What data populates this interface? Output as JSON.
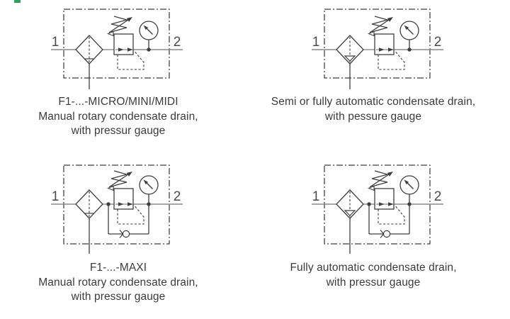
{
  "page": {
    "background": "#ffffff",
    "stray_mark_color": "#2fa05e"
  },
  "colors": {
    "symbol_stroke": "#3e3e3e",
    "flow_line": "#8a8a8a",
    "caption_text": "#3b3b3b",
    "port_text": "#4a4a4a"
  },
  "diagrams": [
    {
      "name": "F1 MICRO/MINI/MIDI filter-regulator symbol",
      "port_in": "1",
      "port_out": "2",
      "drain_type": "manual",
      "has_bypass_check_valve": false,
      "components": [
        "filter-icon",
        "pressure-regulator-icon",
        "spring-icon",
        "pressure-gauge-icon",
        "manual-drain-icon"
      ],
      "caption_lines": [
        "F1-...-MICRO/MINI/MIDI",
        "Manual rotary condensate drain,",
        "with pressur gauge"
      ]
    },
    {
      "name": "Filter-regulator with semi or fully automatic drain",
      "port_in": "1",
      "port_out": "2",
      "drain_type": "automatic",
      "has_bypass_check_valve": false,
      "components": [
        "filter-icon",
        "pressure-regulator-icon",
        "spring-icon",
        "pressure-gauge-icon",
        "auto-drain-icon"
      ],
      "caption_lines": [
        "Semi or fully automatic condensate drain,",
        "with pessure gauge"
      ]
    },
    {
      "name": "F1 MAXI filter-regulator symbol",
      "port_in": "1",
      "port_out": "2",
      "drain_type": "manual",
      "has_bypass_check_valve": true,
      "components": [
        "filter-icon",
        "pressure-regulator-icon",
        "spring-icon",
        "pressure-gauge-icon",
        "check-valve-icon",
        "manual-drain-icon"
      ],
      "caption_lines": [
        "F1-...-MAXI",
        "Manual rotary condensate drain,",
        "with pressur gauge"
      ]
    },
    {
      "name": "Filter-regulator with fully automatic drain",
      "port_in": "1",
      "port_out": "2",
      "drain_type": "automatic",
      "has_bypass_check_valve": true,
      "components": [
        "filter-icon",
        "pressure-regulator-icon",
        "spring-icon",
        "pressure-gauge-icon",
        "check-valve-icon",
        "auto-drain-icon"
      ],
      "caption_lines": [
        "Fully automatic condensate drain,",
        "with pressur gauge"
      ]
    }
  ]
}
